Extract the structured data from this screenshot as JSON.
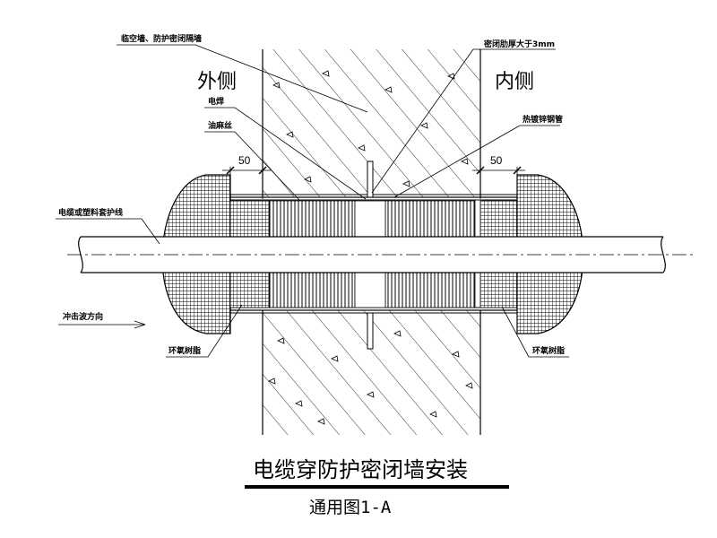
{
  "labels": {
    "wall_type": "临空墙、防护密闭隔墙",
    "outer_side": "外侧",
    "inner_side": "内侧",
    "sealing_rib": "密闭肋厚大于3mm",
    "weld": "电焊",
    "oakum": "油麻丝",
    "galvanized_pipe": "热镀锌钢管",
    "cable": "电缆或塑料套护线",
    "shock_wave": "冲击波方向",
    "epoxy_left": "环氧树脂",
    "epoxy_right": "环氧树脂",
    "dim_left": "50",
    "dim_right": "50"
  },
  "title": "电缆穿防护密闭墙安装",
  "subtitle": "通用图1-A"
}
